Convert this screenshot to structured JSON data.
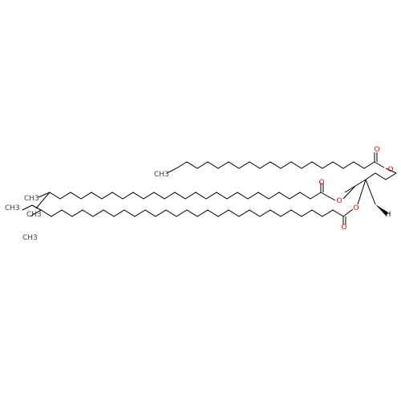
{
  "atoms": {
    "o_ester1_carbonyl": "O",
    "o_ester1_link": "O",
    "o_ester2_carbonyl": "O",
    "o_ester2_link": "O",
    "o_ester3_carbonyl": "O",
    "o_ester3_link": "O",
    "stereo_h": "H",
    "chain1_ethyl": "CH3",
    "chain2_methyl": "CH3",
    "chain2_ethyl": "CH3",
    "chain3_ethyl": "CH3",
    "chain3_methyl": "CH3"
  },
  "colors": {
    "bond": "#000000",
    "oxygen": "#ff0000",
    "carbon_label": "#404040"
  }
}
